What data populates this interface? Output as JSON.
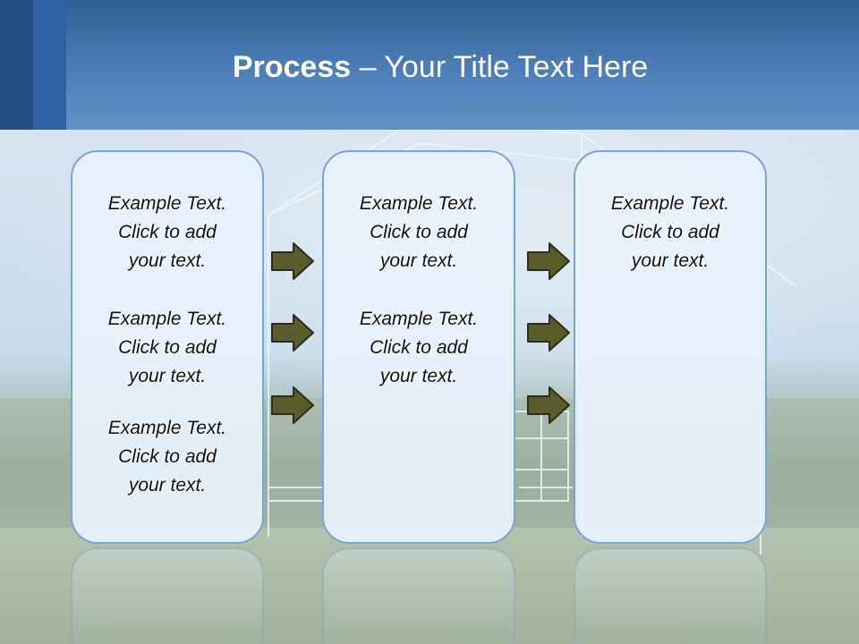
{
  "header": {
    "title_bold": "Process",
    "title_rest": "  – Your Title Text Here"
  },
  "colors": {
    "header_top": "#2f5f97",
    "header_bottom": "#5f92c8",
    "panel_border": "#7ea3cf",
    "panel_fill": "#e8f2fc",
    "arrow_fill": "#5a5c2e"
  },
  "icons": {
    "arrow": "right-arrow-icon"
  },
  "panels": [
    {
      "items": [
        "Example Text.\nClick  to add\nyour text.",
        "Example Text.\nClick  to add\nyour text.",
        "Example Text.\nClick  to add\nyour text."
      ]
    },
    {
      "items": [
        "Example Text.\nClick  to add\nyour text.",
        "Example Text.\nClick  to add\nyour text."
      ]
    },
    {
      "items": [
        "Example Text.\nClick  to add\nyour text."
      ]
    }
  ]
}
